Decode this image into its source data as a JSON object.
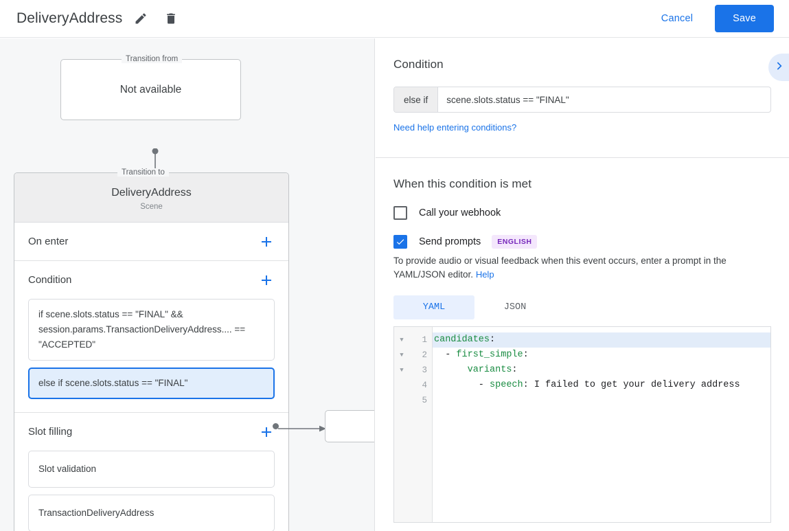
{
  "header": {
    "title": "DeliveryAddress",
    "edit_icon": "pencil-icon",
    "delete_icon": "trash-icon",
    "cancel_label": "Cancel",
    "save_label": "Save"
  },
  "canvas": {
    "from": {
      "legend": "Transition from",
      "text": "Not available"
    },
    "to": {
      "legend": "Transition to",
      "title": "DeliveryAddress",
      "subtitle": "Scene"
    },
    "sections": [
      {
        "title": "On enter",
        "add_icon": "plus-icon",
        "rows": []
      },
      {
        "title": "Condition",
        "add_icon": "plus-icon",
        "rows": [
          {
            "text": "if scene.slots.status == \"FINAL\" && session.params.TransactionDeliveryAddress.... == \"ACCEPTED\"",
            "selected": false
          },
          {
            "text": "else if scene.slots.status == \"FINAL\"",
            "selected": true
          }
        ]
      },
      {
        "title": "Slot filling",
        "add_icon": "plus-icon",
        "rows": [
          {
            "text": "Slot validation",
            "selected": false
          },
          {
            "text": "TransactionDeliveryAddress",
            "selected": false
          }
        ]
      }
    ]
  },
  "panel": {
    "condition": {
      "heading": "Condition",
      "prefix": "else if",
      "value": "scene.slots.status == \"FINAL\"",
      "help_link": "Need help entering conditions?",
      "expand_icon": "chevron-right-icon"
    },
    "when_met": {
      "heading": "When this condition is met",
      "webhook": {
        "label": "Call your webhook",
        "checked": false
      },
      "prompts": {
        "label": "Send prompts",
        "checked": true,
        "badge": "ENGLISH"
      },
      "helper_text": "To provide audio or visual feedback when this event occurs, enter a prompt in the YAML/JSON editor.",
      "helper_link": "Help",
      "tabs": [
        {
          "label": "YAML",
          "active": true
        },
        {
          "label": "JSON",
          "active": false
        }
      ],
      "editor": {
        "lines": [
          {
            "num": "1",
            "fold": true,
            "highlight": true,
            "key": "candidates",
            "indent": "",
            "dash": false,
            "value": ""
          },
          {
            "num": "2",
            "fold": true,
            "highlight": false,
            "key": "first_simple",
            "indent": "  ",
            "dash": true,
            "value": ""
          },
          {
            "num": "3",
            "fold": true,
            "highlight": false,
            "key": "variants",
            "indent": "      ",
            "dash": false,
            "value": ""
          },
          {
            "num": "4",
            "fold": false,
            "highlight": false,
            "key": "speech",
            "indent": "        ",
            "dash": true,
            "value": " I failed to get your delivery address"
          },
          {
            "num": "5",
            "fold": false,
            "highlight": false,
            "key": "",
            "indent": "",
            "dash": false,
            "value": ""
          }
        ]
      }
    }
  },
  "colors": {
    "accent": "#1a73e8",
    "selected_row_bg": "#e2eefc",
    "badge_bg": "#f4e7fc",
    "badge_fg": "#7627bb",
    "yaml_key": "#1a8c42"
  }
}
